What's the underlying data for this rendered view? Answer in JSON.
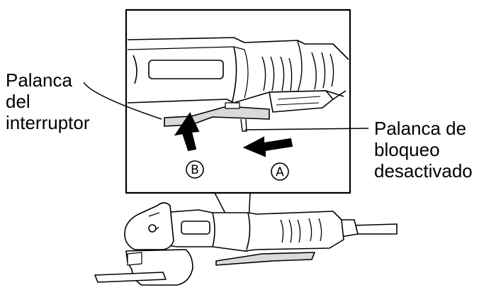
{
  "labels": {
    "switch_lever": [
      "Palanca",
      "del",
      "interruptor"
    ],
    "lock_lever": [
      "Palanca de",
      "bloqueo",
      "desactivado"
    ]
  },
  "markers": {
    "a": "A",
    "b": "B"
  },
  "colors": {
    "ink": "#000000",
    "paper": "#ffffff",
    "lever_fill": "#d9d9d9"
  }
}
